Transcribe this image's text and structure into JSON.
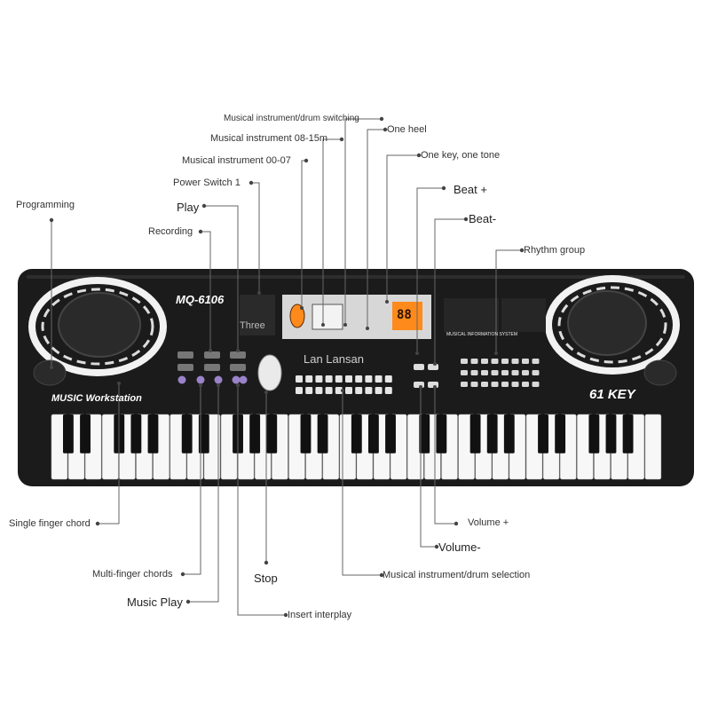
{
  "callouts": {
    "instrument_drum_switching": "Musical instrument/drum switching",
    "instrument_08_15": "Musical instrument 08-15m",
    "instrument_00_07": "Musical instrument 00-07",
    "power_switch": "Power Switch 1",
    "play": "Play",
    "recording": "Recording",
    "programming": "Programming",
    "one_heel": "One heel",
    "one_key_one_tone": "One key, one tone",
    "beat_plus": "Beat +",
    "beat_minus": "Beat-",
    "rhythm_group": "Rhythm group",
    "single_finger_chord": "Single finger chord",
    "multi_finger_chords": "Multi-finger chords",
    "music_play": "Music Play",
    "stop": "Stop",
    "insert_interplay": "Insert interplay",
    "volume_plus": "Volume +",
    "volume_minus": "Volume-",
    "instrument_drum_selection": "Musical instrument/drum selection"
  },
  "keyboard": {
    "model": "MQ-6106",
    "workstation_label": "MUSIC Workstation",
    "keys_badge": "61 KEY",
    "display_digits": "88",
    "info_system": "MUSICAL INFORMATION SYSTEM",
    "overlay_three": "Three",
    "overlay_watermark": "Lan Lansan",
    "white_key_count": 36,
    "black_key_count": 25
  },
  "colors": {
    "body": "#1b1b1b",
    "keys_white": "#f7f7f7",
    "keys_black": "#111111",
    "display": "#ff8a1c",
    "leader": "#555555"
  }
}
